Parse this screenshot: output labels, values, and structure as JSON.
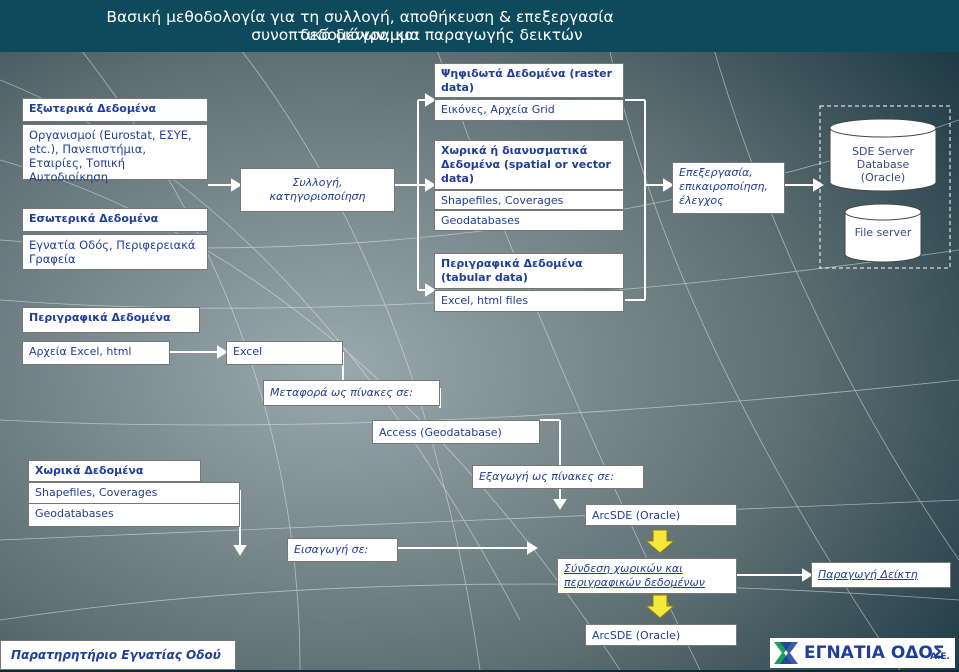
{
  "title": {
    "line1": "Βασική μεθοδολογία για τη συλλογή, αποθήκευση & επεξεργασία δεδομένων, και",
    "line2": "συνοπτικό διάγραμμα παραγωγής δεικτών"
  },
  "external": {
    "header": "Εξωτερικά Δεδομένα",
    "body": "Οργανισμοί (Eurostat, ΕΣΥΕ, etc.), Πανεπιστήμια, Εταιρίες, Τοπική Αυτοδιοίκηση"
  },
  "internal": {
    "header": "Εσωτερικά Δεδομένα",
    "body": "Εγνατία Οδός, Περιφερειακά Γραφεία"
  },
  "collection": "Συλλογή, κατηγοριοποίηση",
  "raster": {
    "header": "Ψηφιδωτά Δεδομένα (raster data)",
    "body": "Εικόνες, Αρχεία Grid"
  },
  "spatial": {
    "header": "Χωρικά ή διανυσματικά Δεδομένα (spatial or vector data)",
    "line1": "Shapefiles, Coverages",
    "line2": "Geodatabases"
  },
  "tabular": {
    "header": "Περιγραφικά Δεδομένα (tabular data)",
    "body": "Excel, html files"
  },
  "processing": "Επεξεργασία, επικαιροποίηση, έλεγχος",
  "sde": "SDE Server Database (Oracle)",
  "fileserver": "File server",
  "descriptive": {
    "header": "Περιγραφικά Δεδομένα",
    "body": "Αρχεία Excel, html"
  },
  "excel": "Excel",
  "transfer": "Μεταφορά ως πίνακες σε:",
  "access": "Access (Geodatabase)",
  "spatial2": {
    "header": "Χωρικά Δεδομένα",
    "line1": "Shapefiles, Coverages",
    "line2": "Geodatabases"
  },
  "export": "Εξαγωγή ως πίνακες σε:",
  "arcsde1": "ArcSDE (Oracle)",
  "import": "Εισαγωγή σε:",
  "join": "Σύνδεση χωρικών και περιγραφικών δεδομένων",
  "produce": "Παραγωγή Δείκτη",
  "arcsde2": "ArcSDE (Oracle)",
  "footer": "Παρατηρητήριο Εγνατίας Οδού",
  "logo": "ΕΓΝΑΤΙΑ ΟΔΟΣ",
  "logo_suffix": "Α.Ε.",
  "colors": {
    "band": "#0d4a5c",
    "arrow": "#f5e83a",
    "accent_blue": "#1f3d9a"
  }
}
